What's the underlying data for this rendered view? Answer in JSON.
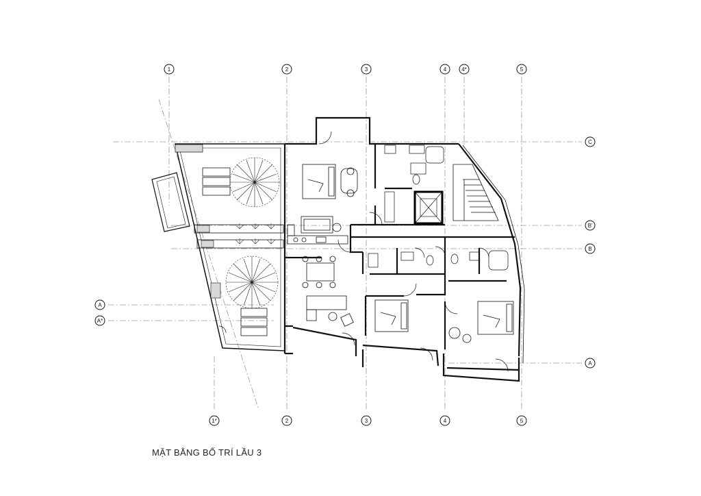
{
  "caption": "MẶT BẰNG BỐ TRÍ LẦU 3",
  "grid": {
    "columns_top": [
      "1",
      "2",
      "3",
      "4",
      "4*",
      "5"
    ],
    "columns_bottom": [
      "1*",
      "2",
      "3",
      "4",
      "5"
    ],
    "rows_right": [
      "C",
      "B'",
      "B",
      "A"
    ],
    "rows_left": [
      "A",
      "A*"
    ]
  },
  "colors": {
    "line": "#111111",
    "grid": "#9a9a9a",
    "background": "#ffffff"
  }
}
